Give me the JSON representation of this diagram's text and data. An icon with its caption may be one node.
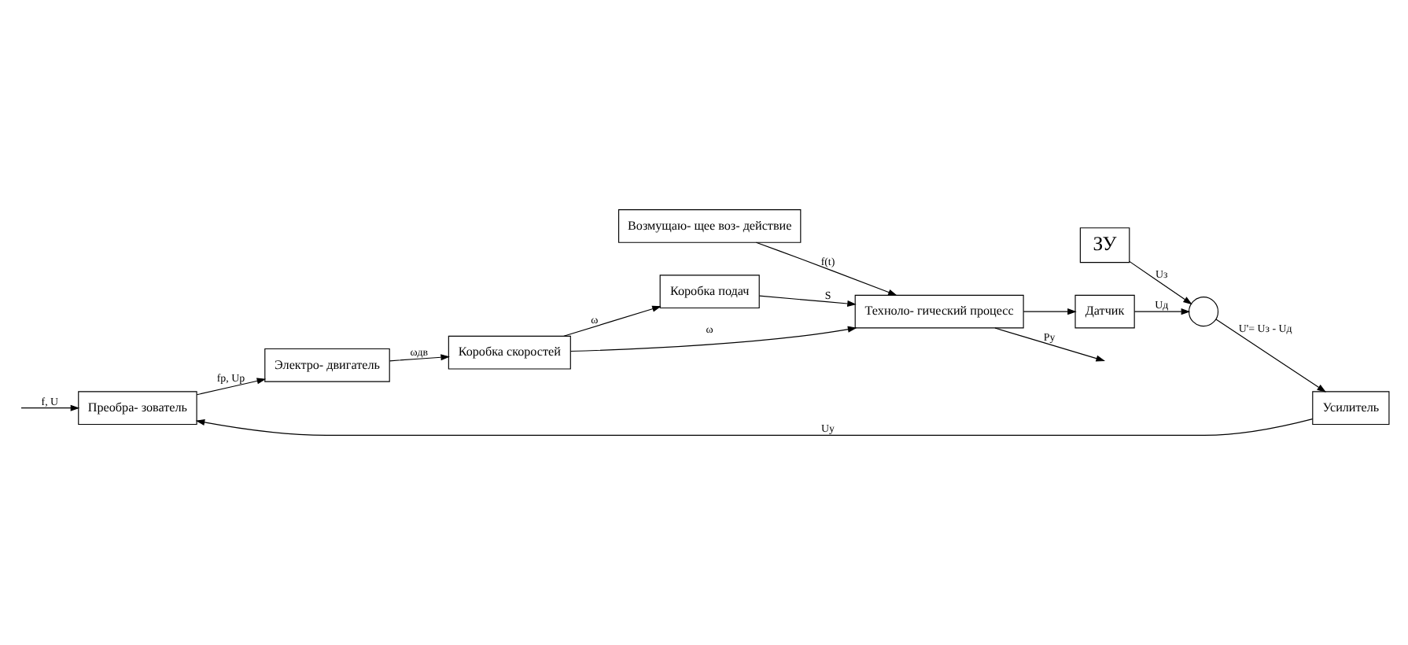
{
  "diagram": {
    "nodes": [
      {
        "text": [
          "Преобра- зователь"
        ]
      },
      {
        "text": [
          "Электро- двигатель"
        ]
      },
      {
        "text": [
          "Коробка скоростей"
        ]
      },
      {
        "text": [
          "Возмущаю- щее воз- действие"
        ]
      },
      {
        "text": [
          "Коробка подач"
        ]
      },
      {
        "text": [
          "Техноло- гический процесс"
        ]
      },
      {
        "text": [
          "Датчик"
        ]
      },
      {
        "text": [],
        "shape": "circle"
      },
      {
        "text": [
          "Усилитель"
        ]
      },
      {
        "text": [
          "ЗУ"
        ]
      }
    ],
    "edges": [
      {
        "from": null,
        "to": 0,
        "arrow": "to",
        "label": "f, U"
      },
      {
        "from": 0,
        "to": 1,
        "arrow": "to",
        "label": "fp, Up"
      },
      {
        "from": 1,
        "to": 2,
        "arrow": "to",
        "label": "ωдв"
      },
      {
        "from": 2,
        "to": 5,
        "arrow": "to",
        "label": "ω"
      },
      {
        "from": 2,
        "to": 4,
        "arrow": "to",
        "label": "ω"
      },
      {
        "from": 3,
        "to": 5,
        "arrow": "to",
        "label": "f(t)"
      },
      {
        "from": 4,
        "to": 5,
        "arrow": "to",
        "label": "S"
      },
      {
        "from": 5,
        "to": null,
        "arrow": "to",
        "label": "Pу"
      },
      {
        "from": 5,
        "to": 6,
        "arrow": "to"
      },
      {
        "from": 6,
        "to": 7,
        "arrow": "to",
        "label": "Uд"
      },
      {
        "from": 9,
        "to": 7,
        "arrow": "to",
        "label": "Uз"
      },
      {
        "from": 7,
        "to": 8,
        "arrow": "to",
        "label": "U'= Uз - Uд"
      },
      {
        "from": 8,
        "to": 0,
        "arrow": "to",
        "label": "Uу"
      }
    ]
  }
}
